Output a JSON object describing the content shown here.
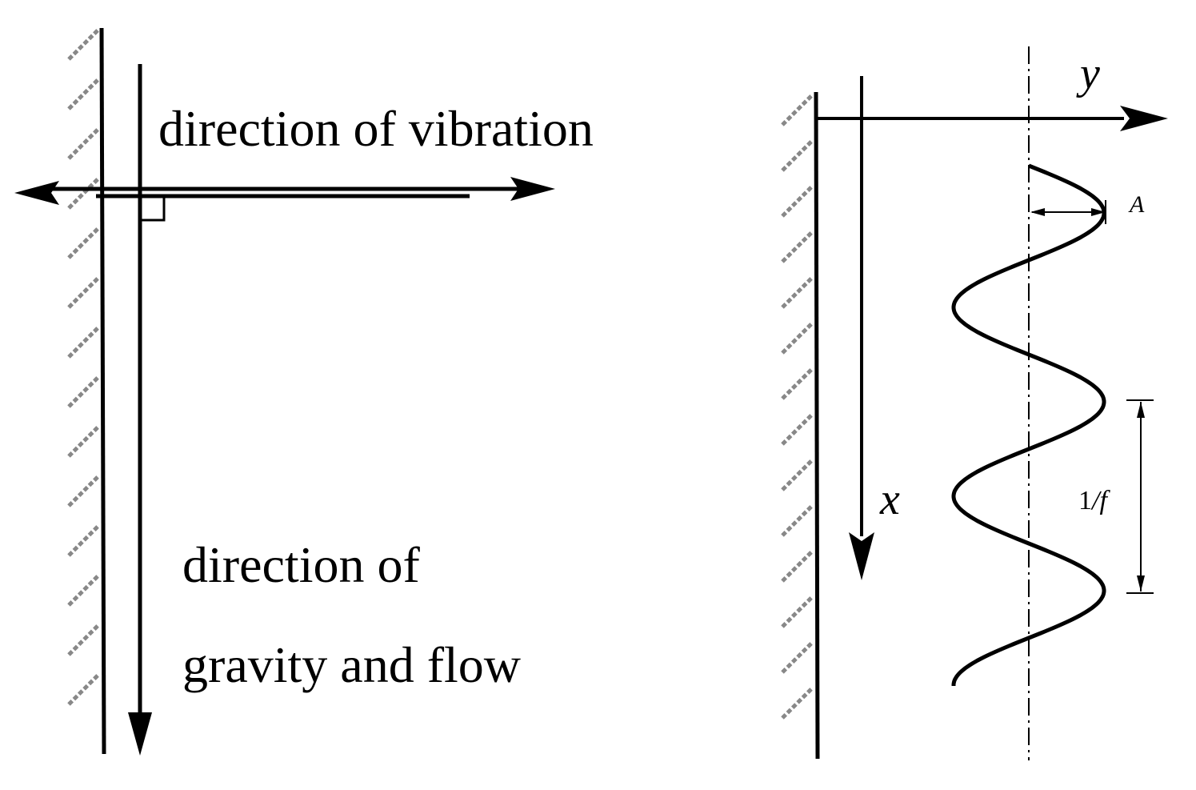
{
  "left_panel": {
    "vibration_label": "direction of vibration",
    "flow_label_line1": "direction of",
    "flow_label_line2": "gravity and flow"
  },
  "right_panel": {
    "y_axis_label": "y",
    "x_axis_label": "x",
    "amplitude_label": "A",
    "period_label_numerator": "1",
    "period_label_slash": "/",
    "period_label_symbol": "f"
  },
  "colors": {
    "line": "#000000",
    "hatch": "#888888"
  }
}
